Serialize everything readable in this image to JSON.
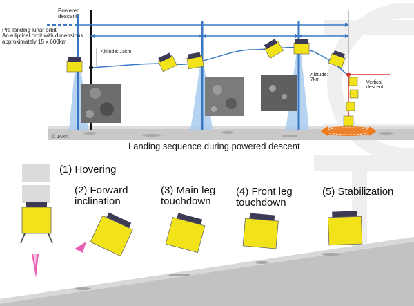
{
  "top_panel": {
    "label_powered_descent_line1": "Powered",
    "label_powered_descent_line2": "descent",
    "label_orbit_line1": "Pre-landing lunar orbit",
    "label_orbit_line2": "An elliptical orbit with dimensions",
    "label_orbit_line3": "approximately 15 x 600km",
    "label_altitude_15": "Altitude: 15km",
    "label_altitude_7_line1": "Altitude:",
    "label_altitude_7_line2": "7km",
    "label_vertical_line1": "Vertical",
    "label_vertical_line2": "descent",
    "credit": "© JAXA",
    "caption": "Landing sequence during powered descent"
  },
  "steps": [
    {
      "line1": "(1) Hovering",
      "line2": ""
    },
    {
      "line1": "(2) Forward",
      "line2": "inclination"
    },
    {
      "line1": "(3) Main leg",
      "line2": "touchdown"
    },
    {
      "line1": "(4) Front leg",
      "line2": "touchdown"
    },
    {
      "line1": "(5) Stabilization",
      "line2": ""
    }
  ],
  "colors": {
    "orbit_blue": "#3a78c4",
    "beam_blue": "#9ec3ea",
    "lander_yellow": "#f2e21a",
    "solar_panel": "#3c3a55",
    "ground_gray": "#bdbdbd",
    "landing_orange": "#f07a1a",
    "vertical_red": "#d83232"
  },
  "icons": [
    "lander-icon",
    "crater-photo-icon",
    "thruster-plume-icon",
    "watermark-logo-icon"
  ]
}
